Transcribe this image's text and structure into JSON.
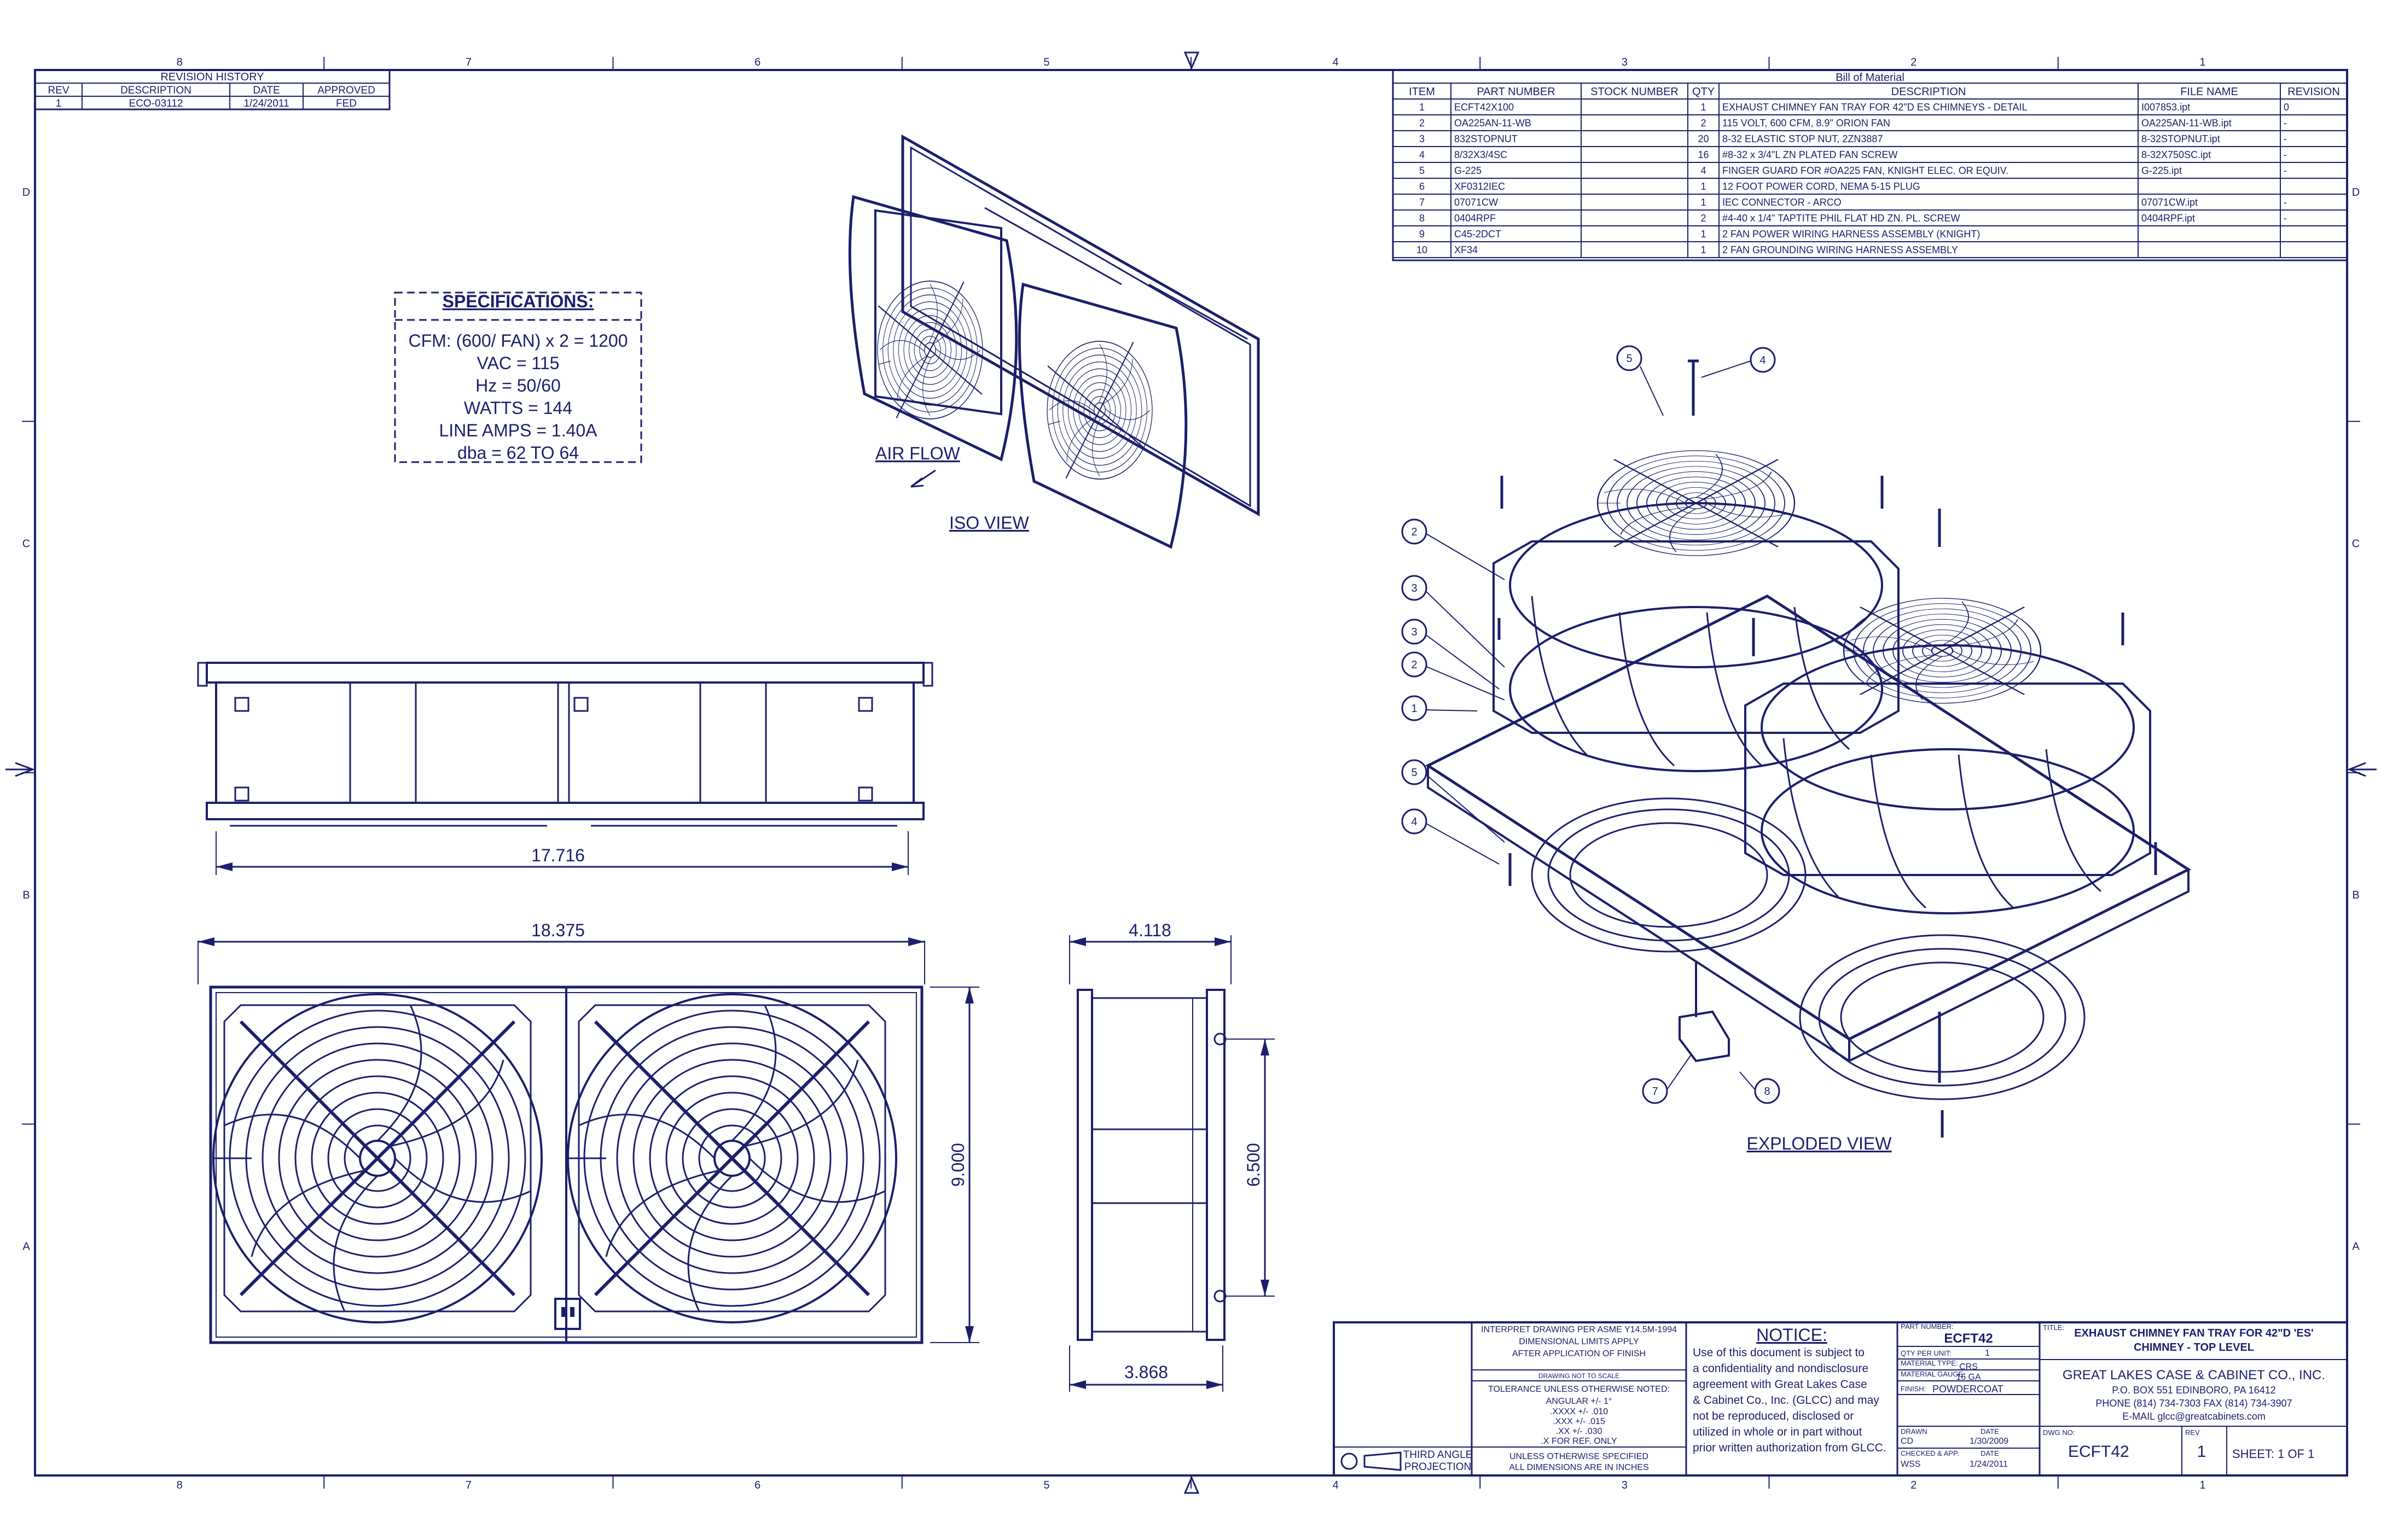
{
  "colors": {
    "ink": "#1c1f6b",
    "paper": "#ffffff"
  },
  "border": {
    "cols": [
      "8",
      "7",
      "6",
      "5",
      "4",
      "3",
      "2",
      "1"
    ],
    "rows": [
      "D",
      "C",
      "B",
      "A"
    ]
  },
  "revision_history": {
    "title": "REVISION HISTORY",
    "headers": [
      "REV",
      "DESCRIPTION",
      "DATE",
      "APPROVED"
    ],
    "rows": [
      [
        "1",
        "ECO-03112",
        "1/24/2011",
        "FED"
      ]
    ]
  },
  "bom": {
    "title": "Bill of Material",
    "headers": [
      "ITEM",
      "PART NUMBER",
      "STOCK NUMBER",
      "QTY",
      "DESCRIPTION",
      "FILE NAME",
      "REVISION"
    ],
    "rows": [
      [
        "1",
        "ECFT42X100",
        "",
        "1",
        "EXHAUST CHIMNEY FAN TRAY FOR 42\"D ES CHIMNEYS - DETAIL",
        "I007853.ipt",
        "0"
      ],
      [
        "2",
        "OA225AN-11-WB",
        "",
        "2",
        "115 VOLT, 600 CFM, 8.9\" ORION FAN",
        "OA225AN-11-WB.ipt",
        "-"
      ],
      [
        "3",
        "832STOPNUT",
        "",
        "20",
        "8-32 ELASTIC STOP NUT, 2ZN3887",
        "8-32STOPNUT.ipt",
        "-"
      ],
      [
        "4",
        "8/32X3/4SC",
        "",
        "16",
        "#8-32 x 3/4\"L ZN PLATED FAN SCREW",
        "8-32X750SC.ipt",
        "-"
      ],
      [
        "5",
        "G-225",
        "",
        "4",
        "FINGER GUARD FOR #OA225 FAN, KNIGHT ELEC. OR EQUIV.",
        "G-225.ipt",
        "-"
      ],
      [
        "6",
        "XF0312IEC",
        "",
        "1",
        "12 FOOT POWER CORD, NEMA 5-15 PLUG",
        "",
        ""
      ],
      [
        "7",
        "07071CW",
        "",
        "1",
        "IEC CONNECTOR - ARCO",
        "07071CW.ipt",
        "-"
      ],
      [
        "8",
        "0404RPF",
        "",
        "2",
        "#4-40 x 1/4\" TAPTITE PHIL FLAT HD ZN. PL. SCREW",
        "0404RPF.ipt",
        "-"
      ],
      [
        "9",
        "C45-2DCT",
        "",
        "1",
        "2 FAN POWER WIRING HARNESS ASSEMBLY (KNIGHT)",
        "",
        ""
      ],
      [
        "10",
        "XF34",
        "",
        "1",
        "2 FAN GROUNDING WIRING HARNESS ASSEMBLY",
        "",
        ""
      ]
    ]
  },
  "specifications": {
    "title": "SPECIFICATIONS:",
    "lines": [
      "CFM: (600/ FAN) x 2 = 1200",
      "VAC = 115",
      "Hz = 50/60",
      "WATTS = 144",
      "LINE AMPS = 1.40A",
      "dba = 62 TO 64"
    ]
  },
  "views": {
    "iso": "ISO VIEW",
    "air_flow": "AIR FLOW",
    "exploded": "EXPLODED VIEW"
  },
  "dimensions": {
    "side_width": "17.716",
    "front_width": "18.375",
    "front_height": "9.000",
    "end_top": "4.118",
    "end_bottom": "3.868",
    "end_height": "6.500"
  },
  "balloons": [
    "5",
    "4",
    "2",
    "3",
    "3",
    "2",
    "1",
    "5",
    "4",
    "7",
    "8"
  ],
  "notice": {
    "title": "NOTICE:",
    "lines": [
      "Use of this document is subject to",
      "a confidentiality and nondisclosure",
      "agreement with Great Lakes Case",
      "& Cabinet Co., Inc. (GLCC) and may",
      "not be reproduced, disclosed or",
      "utilized in whole or in part without",
      "prior written authorization from GLCC."
    ]
  },
  "tolerance": {
    "lines": [
      "INTERPRET DRAWING PER ASME Y14.5M-1994",
      "DIMENSIONAL LIMITS APPLY",
      "AFTER APPLICATION OF FINISH"
    ],
    "no_scale": "DRAWING NOT TO SCALE",
    "tol_title": "TOLERANCE UNLESS OTHERWISE NOTED:",
    "tol_lines": [
      "ANGULAR +/- 1°",
      ".XXXX +/- .010",
      ".XXX +/- .015",
      ".XX +/- .030",
      ".X FOR REF. ONLY"
    ],
    "units": [
      "UNLESS OTHERWISE SPECIFIED",
      "ALL DIMENSIONS ARE IN INCHES"
    ],
    "projection": [
      "THIRD ANGLE",
      "PROJECTION"
    ]
  },
  "title_block": {
    "part_number_label": "PART NUMBER:",
    "part_number": "ECFT42",
    "qty_label": "QTY PER UNIT:",
    "qty": "1",
    "material_type_label": "MATERIAL TYPE:",
    "material_type": "CRS",
    "gauge_label": "MATERIAL GAUGE:",
    "gauge": "16 GA",
    "finish_label": "FINISH:",
    "finish": "POWDERCOAT",
    "drawn_label": "DRAWN",
    "drawn_by": "CD",
    "date_label": "DATE",
    "drawn_date": "1/30/2009",
    "checked_label": "CHECKED & APP.",
    "checked_by": "WSS",
    "checked_date": "1/24/2011",
    "title_label": "TITLE:",
    "title_line1": "EXHAUST CHIMNEY FAN TRAY FOR 42\"D 'ES'",
    "title_line2": "CHIMNEY - TOP LEVEL",
    "company": "GREAT LAKES CASE & CABINET CO., INC.",
    "address": "P.O. BOX 551 EDINBORO, PA 16412",
    "phone": "PHONE (814) 734-7303 FAX (814) 734-3907",
    "email": "E-MAIL glcc@greatcabinets.com",
    "dwg_no_label": "DWG NO:",
    "dwg_no": "ECFT42",
    "rev_label": "REV",
    "rev": "1",
    "sheet": "SHEET: 1 OF 1"
  }
}
